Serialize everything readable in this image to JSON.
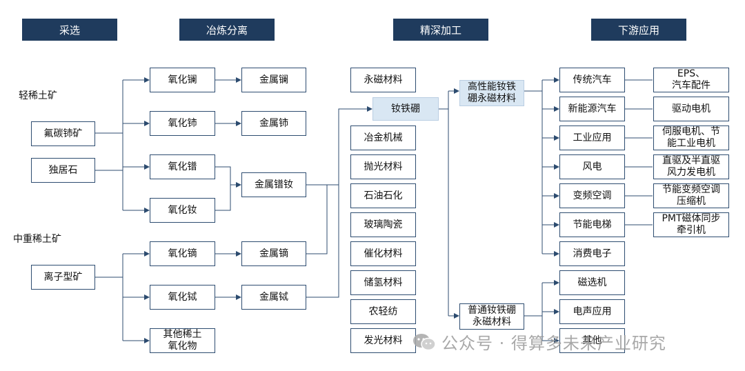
{
  "headers": [
    "采选",
    "冶炼分离",
    "精深加工",
    "下游应用"
  ],
  "ore_labels": [
    "轻稀土矿",
    "中重稀土矿"
  ],
  "ores": [
    "氟碳铈矿",
    "独居石",
    "离子型矿"
  ],
  "oxides": [
    "氧化镧",
    "氧化铈",
    "氧化镨",
    "氧化钕",
    "氧化镝",
    "氧化铽",
    "其他稀土\n氧化物"
  ],
  "metals": [
    "金属镧",
    "金属铈",
    "金属镨钕",
    "金属镝",
    "金属铽"
  ],
  "processing": [
    "永磁材料",
    "钕铁硼",
    "冶金机械",
    "抛光材料",
    "石油石化",
    "玻璃陶瓷",
    "催化材料",
    "储氢材料",
    "农轻纺",
    "发光材料"
  ],
  "ndfeb_types": [
    "高性能钕铁\n硼永磁材料",
    "普通钕铁硼\n永磁材料"
  ],
  "apps": [
    "传统汽车",
    "新能源汽车",
    "工业应用",
    "风电",
    "变频空调",
    "节能电梯",
    "消费电子",
    "磁选机",
    "电声应用",
    "其他"
  ],
  "components": [
    "EPS、\n汽车配件",
    "驱动电机",
    "伺服电机、节\n能工业电机",
    "直驱及半直驱\n风力发电机",
    "节能变频空调\n压缩机",
    "PMT磁体同步\n牵引机"
  ],
  "watermark": "公众号 · 得算多未来产业研究",
  "colors": {
    "header_bg": "#1f3b5d",
    "line": "#2c4b6f",
    "highlight": "#d9e7f3"
  }
}
